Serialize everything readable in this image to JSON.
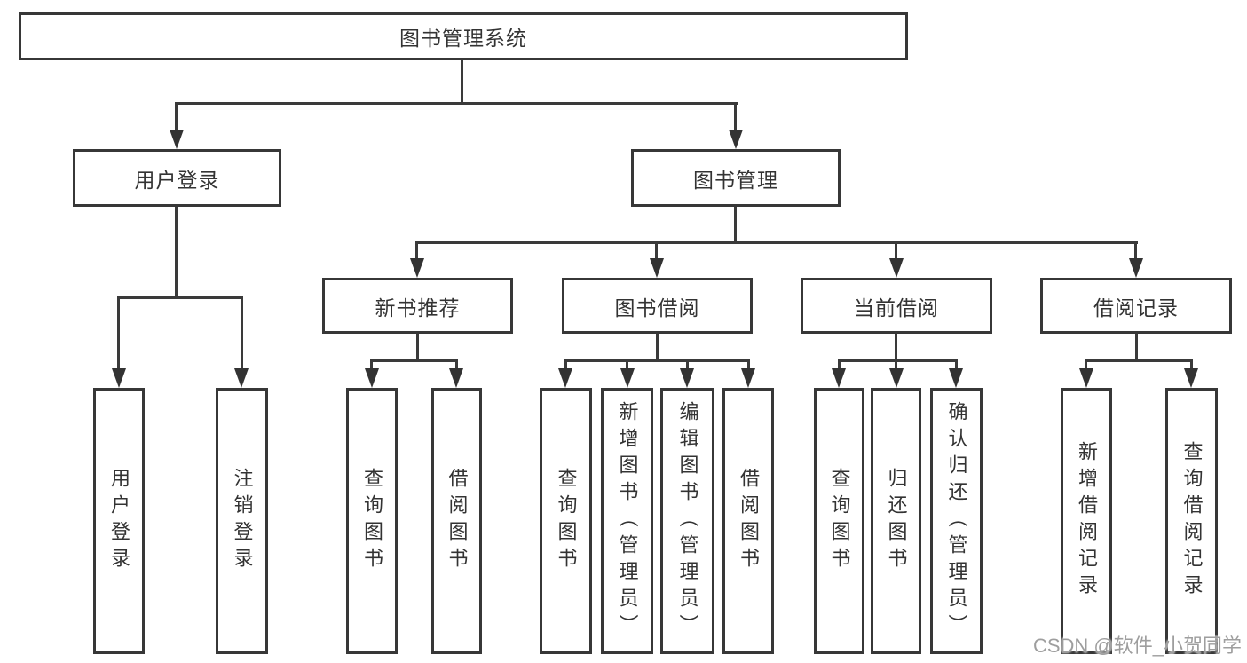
{
  "diagram": {
    "root": {
      "label": "图书管理系统"
    },
    "level2": [
      {
        "id": "user-login",
        "label": "用户登录"
      },
      {
        "id": "book-management",
        "label": "图书管理"
      }
    ],
    "level3": [
      {
        "id": "new-book-recommend",
        "label": "新书推荐"
      },
      {
        "id": "book-borrowing",
        "label": "图书借阅"
      },
      {
        "id": "current-borrowing",
        "label": "当前借阅"
      },
      {
        "id": "borrowing-records",
        "label": "借阅记录"
      }
    ],
    "leaves": {
      "user_login": [
        "用户登录",
        "注销登录"
      ],
      "new_book_recommend": [
        "查询图书",
        "借阅图书"
      ],
      "book_borrowing": [
        "查询图书",
        "新增图书（管理员）",
        "编辑图书（管理员）",
        "借阅图书"
      ],
      "current_borrowing": [
        "查询图书",
        "归还图书",
        "确认归还（管理员）"
      ],
      "borrowing_records": [
        "新增借阅记录",
        "查询借阅记录"
      ]
    }
  },
  "watermark": {
    "text": "CSDN @软件_小贺同学"
  },
  "colors": {
    "background": "#ffffff",
    "border": "#373737",
    "line": "#3a3a3a",
    "text": "#333333",
    "watermark": "#9e9e9e"
  }
}
